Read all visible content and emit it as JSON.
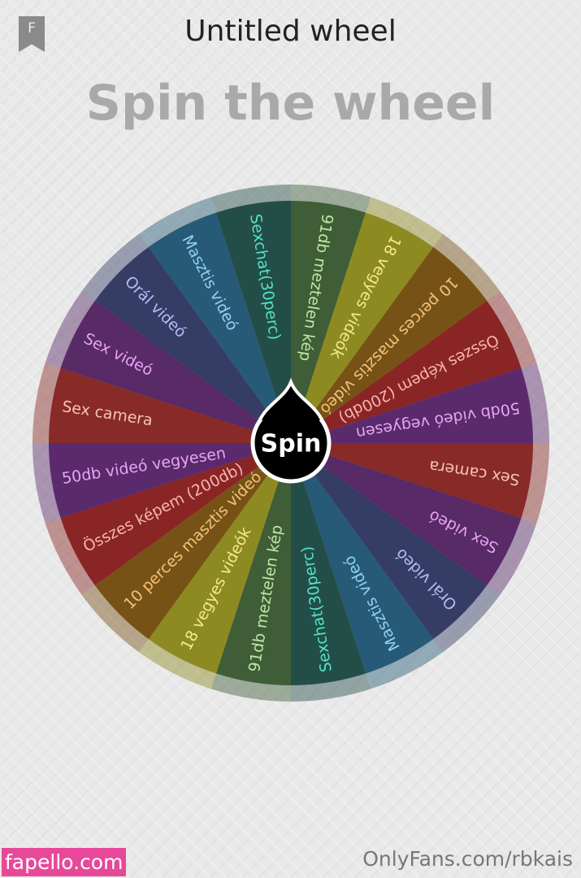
{
  "header": {
    "bookmark_letter": "F",
    "title": "Untitled wheel",
    "subtitle": "Spin the wheel"
  },
  "wheel": {
    "spin_label": "Spin",
    "segments": [
      {
        "label": "91db meztelen kép",
        "color": "#3f5e37",
        "text": "#bfe6a6"
      },
      {
        "label": "18 vegyes videók",
        "color": "#8e8a22",
        "text": "#f3ec8a"
      },
      {
        "label": "10 perces masztis videó",
        "color": "#775217",
        "text": "#f5c276"
      },
      {
        "label": "Összes képem (200db)",
        "color": "#8a2525",
        "text": "#f5b4b0"
      },
      {
        "label": "50db videó vegyesen",
        "color": "#5b2a6c",
        "text": "#e4a6f2"
      },
      {
        "label": "Sex camera",
        "color": "#882a27",
        "text": "#f5c4b4"
      },
      {
        "label": "Sex videó",
        "color": "#582a66",
        "text": "#e8a2f2"
      },
      {
        "label": "Orál videó",
        "color": "#363d65",
        "text": "#b4bcf2"
      },
      {
        "label": "Masztis videó",
        "color": "#275a77",
        "text": "#92d2f2"
      },
      {
        "label": "Sexchat(30perc)",
        "color": "#234e47",
        "text": "#55e2c4"
      }
    ]
  },
  "watermarks": {
    "left": "fapello.com",
    "right": "OnlyFans.com/rbkais"
  }
}
